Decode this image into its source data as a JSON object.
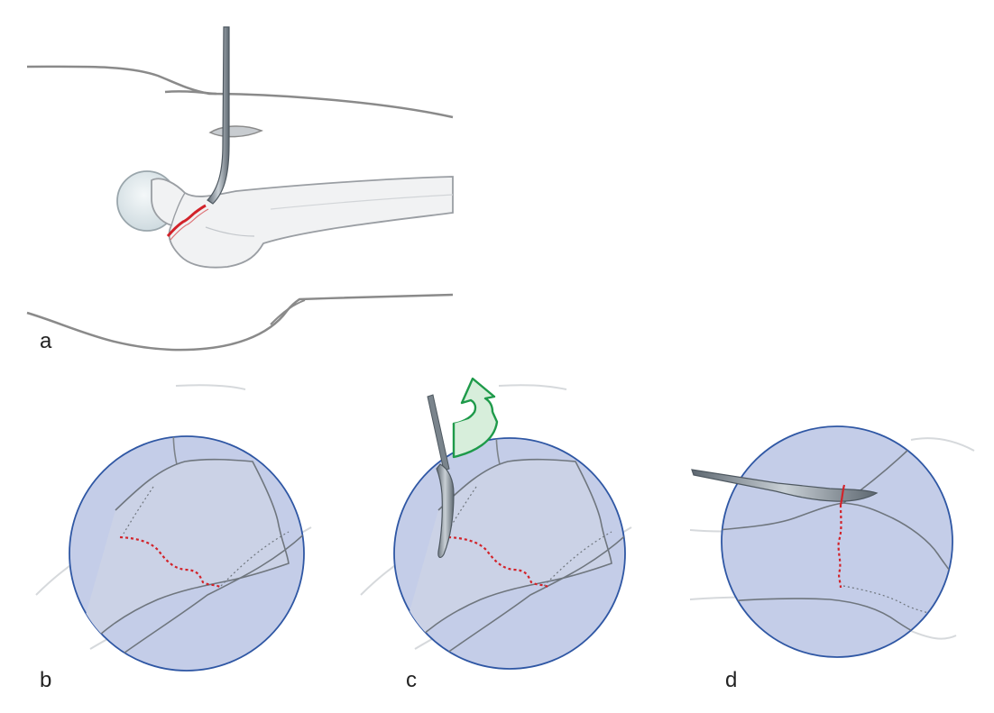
{
  "figure": {
    "panels": [
      {
        "id": "a",
        "label": "a"
      },
      {
        "id": "b",
        "label": "b"
      },
      {
        "id": "c",
        "label": "c"
      },
      {
        "id": "d",
        "label": "d"
      }
    ]
  },
  "colors": {
    "outline": "#8a8a8a",
    "bone_fill": "#f1f2f3",
    "bone_stroke": "#9a9ea3",
    "femoral_head": "#dfe7ea",
    "magnifier_fill": "#c4cde8",
    "magnifier_stroke": "#2f57a4",
    "fracture_line": "#d2232a",
    "rotation_arrow_fill": "#d7eedb",
    "rotation_arrow_stroke": "#1e9a4a",
    "instrument": "#6c7680"
  },
  "icons": {
    "rotation_arrow": "curved-arrow-icon",
    "instrument": "elevator-icon"
  }
}
